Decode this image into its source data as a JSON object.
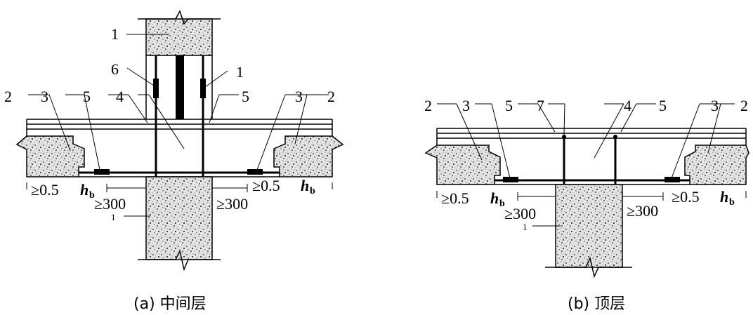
{
  "diagram_a": {
    "caption": "(a) 中间层",
    "labels": {
      "l1_top": "1",
      "l6": "6",
      "l1_right": "1",
      "l2_left": "2",
      "l3_left": "3",
      "l5_left": "5",
      "l4": "4",
      "l5_right": "5",
      "l3_right": "3",
      "l2_right": "2",
      "l1_bottom": "1"
    },
    "dims": {
      "left_ge": "≥0.5",
      "right_ge": "≥0.5",
      "h": "h",
      "b": "b",
      "left_300": "≥300",
      "right_300": "≥300"
    }
  },
  "diagram_b": {
    "caption": "(b) 顶层",
    "labels": {
      "l2_left": "2",
      "l3_left": "3",
      "l5_left": "5",
      "l7": "7",
      "l4": "4",
      "l5_right": "5",
      "l3_right": "3",
      "l2_right": "2",
      "l1_bottom": "1"
    },
    "dims": {
      "left_ge": "≥0.5",
      "right_ge": "≥0.5",
      "h": "h",
      "b": "b",
      "left_300": "≥300",
      "right_300": "≥300"
    }
  }
}
